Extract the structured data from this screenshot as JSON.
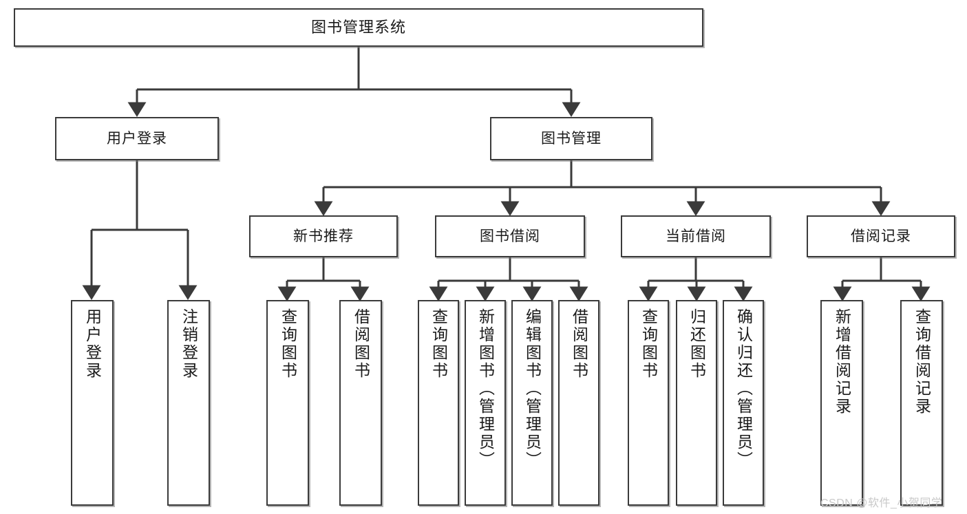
{
  "diagram": {
    "title": "图书管理系统",
    "type": "tree-hierarchy-chart",
    "background_color": "#ffffff",
    "line_color": "#3a3a3a",
    "box_border_color": "#3a3a3a",
    "text_color": "#1a1a1a",
    "watermark": "CSDN @软件_小贺同学",
    "nodes": {
      "root": {
        "label": "图书管理系统"
      },
      "level2": [
        {
          "id": "user-login",
          "label": "用户登录"
        },
        {
          "id": "book-manage",
          "label": "图书管理"
        }
      ],
      "level3": [
        {
          "id": "new-book-recommend",
          "label": "新书推荐"
        },
        {
          "id": "book-borrow",
          "label": "图书借阅"
        },
        {
          "id": "current-borrow",
          "label": "当前借阅"
        },
        {
          "id": "borrow-record",
          "label": "借阅记录"
        }
      ],
      "leaves": {
        "user-login": [
          {
            "id": "leaf-user-login",
            "label": "用户登录"
          },
          {
            "id": "leaf-user-logout",
            "label": "注销登录"
          }
        ],
        "new-book-recommend": [
          {
            "id": "leaf-query-book-1",
            "label": "查询图书"
          },
          {
            "id": "leaf-borrow-book-1",
            "label": "借阅图书"
          }
        ],
        "book-borrow": [
          {
            "id": "leaf-query-book-2",
            "label": "查询图书"
          },
          {
            "id": "leaf-add-book",
            "label": "新增图书（管理员）"
          },
          {
            "id": "leaf-edit-book",
            "label": "编辑图书（管理员）"
          },
          {
            "id": "leaf-borrow-book-2",
            "label": "借阅图书"
          }
        ],
        "current-borrow": [
          {
            "id": "leaf-query-book-3",
            "label": "查询图书"
          },
          {
            "id": "leaf-return-book",
            "label": "归还图书"
          },
          {
            "id": "leaf-confirm-return",
            "label": "确认归还（管理员）"
          }
        ],
        "borrow-record": [
          {
            "id": "leaf-add-record",
            "label": "新增借阅记录"
          },
          {
            "id": "leaf-query-record",
            "label": "查询借阅记录"
          }
        ]
      }
    }
  }
}
